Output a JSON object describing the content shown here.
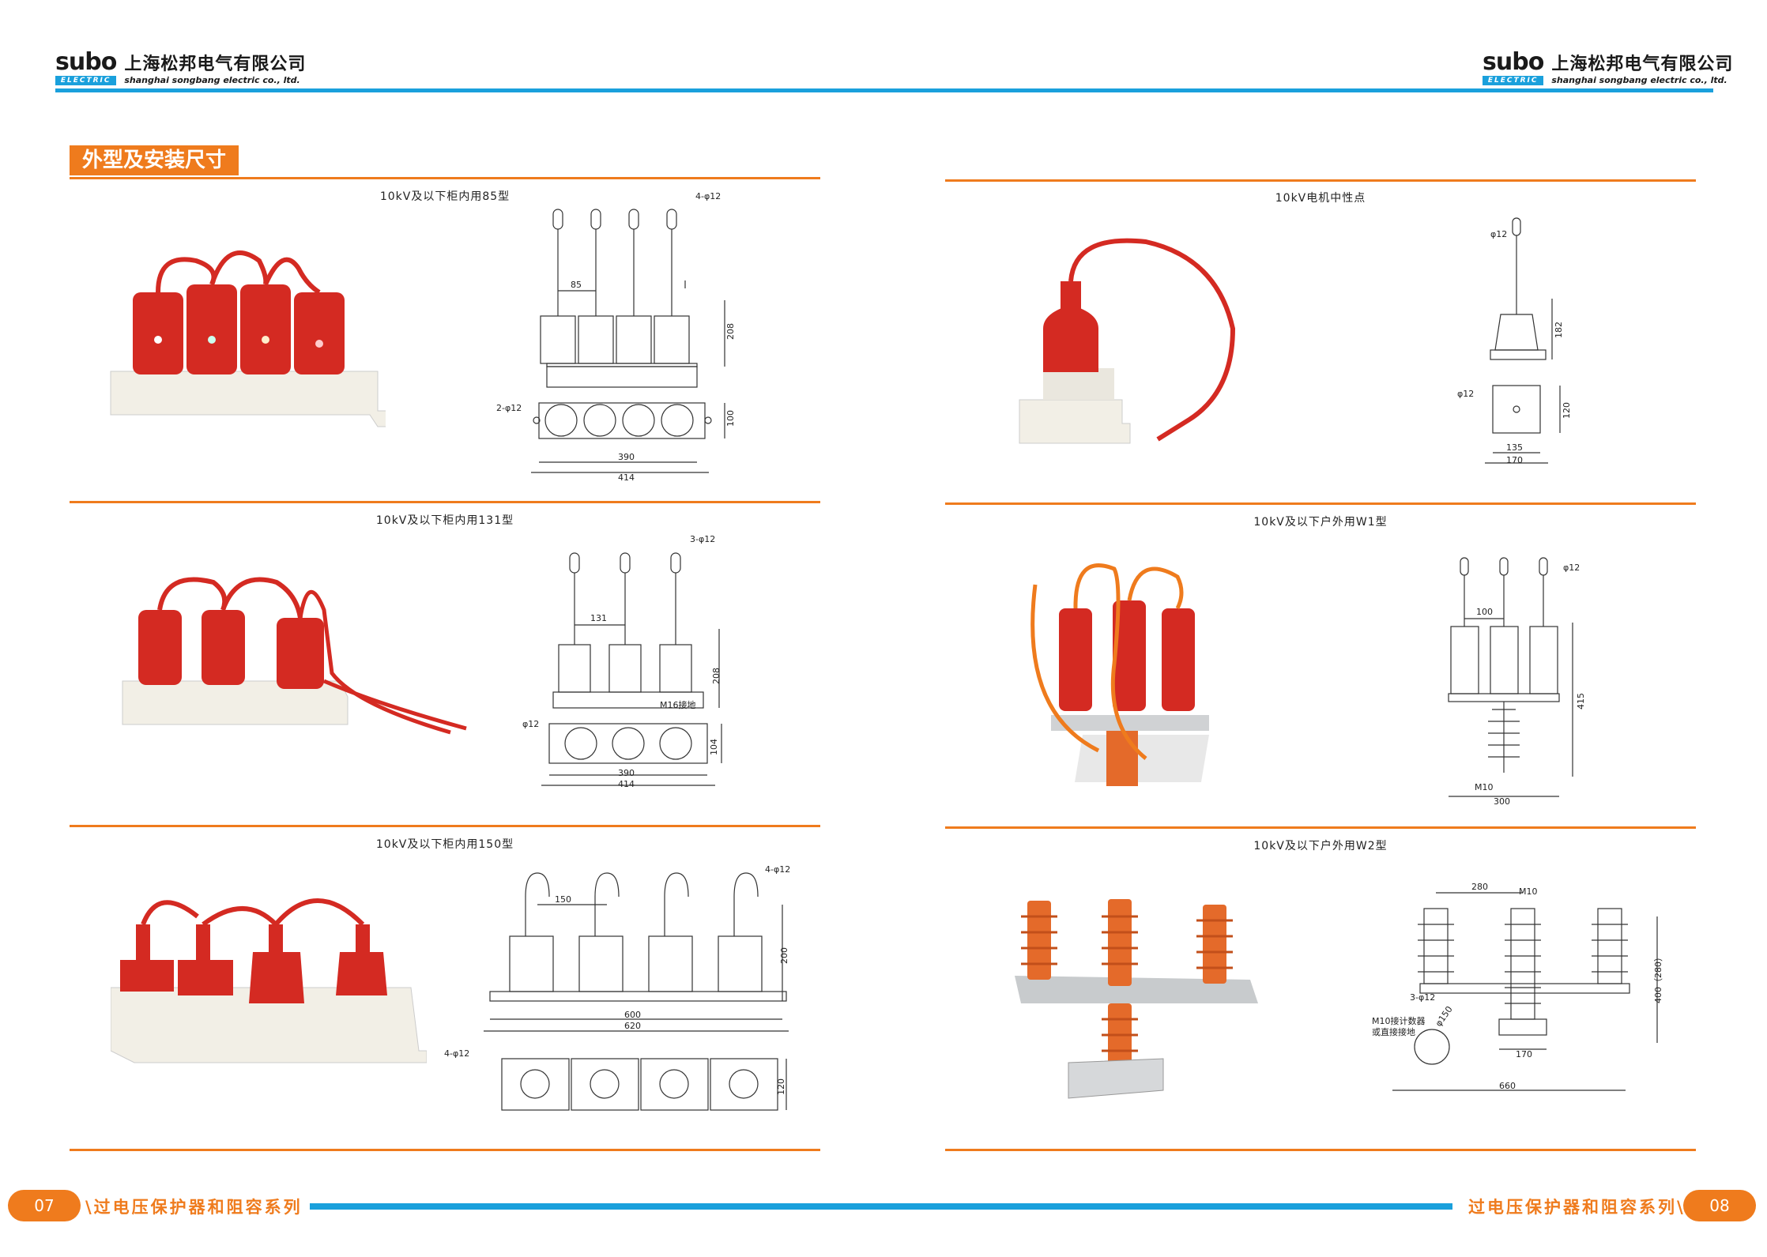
{
  "header": {
    "brand": "subo",
    "brand_sub": "ELECTRIC",
    "company_cn": "上海松邦电气有限公司",
    "company_en": "shanghai songbang electric co., ltd."
  },
  "section_title": "外型及安装尺寸",
  "panels": {
    "p85": {
      "title": "10kV及以下柜内用85型",
      "labels": {
        "holes_top": "4-φ12",
        "spacing": "85",
        "height": "208",
        "holes_side": "2-φ12",
        "depth": "100",
        "w1": "390",
        "w2": "414"
      }
    },
    "motor": {
      "title": "10kV电机中性点",
      "labels": {
        "hole_top": "φ12",
        "height": "182",
        "hole_side": "φ12",
        "depth": "120",
        "w1": "135",
        "w2": "170"
      }
    },
    "p131": {
      "title": "10kV及以下柜内用131型",
      "labels": {
        "holes_top": "3-φ12",
        "spacing": "131",
        "height": "208",
        "ground": "M16接地",
        "hole_side": "φ12",
        "depth": "104",
        "w1": "390",
        "w2": "414"
      }
    },
    "w1": {
      "title": "10kV及以下户外用W1型",
      "labels": {
        "hole_top": "φ12",
        "spacing": "100",
        "height": "415",
        "bolt": "M10",
        "width": "300"
      }
    },
    "p150": {
      "title": "10kV及以下柜内用150型",
      "labels": {
        "holes_top": "4-φ12",
        "spacing": "150",
        "height": "200",
        "w1": "600",
        "w2": "620",
        "holes_side": "4-φ12",
        "depth": "120"
      }
    },
    "w2": {
      "title": "10kV及以下户外用W2型",
      "labels": {
        "spacing": "280",
        "bolt_top": "M10",
        "height": "400（280）",
        "holes": "3-φ12",
        "pcd": "φ150",
        "note1": "M10接计数器",
        "note2": "或直接接地",
        "base": "170",
        "width": "660"
      }
    }
  },
  "footer": {
    "left_page": "07",
    "right_page": "08",
    "series": "过电压保护器和阻容系列"
  },
  "colors": {
    "accent_orange": "#ef7b1d",
    "accent_blue": "#1aa0dc",
    "insulator_red": "#d42a22",
    "base_white": "#f2efe6"
  }
}
